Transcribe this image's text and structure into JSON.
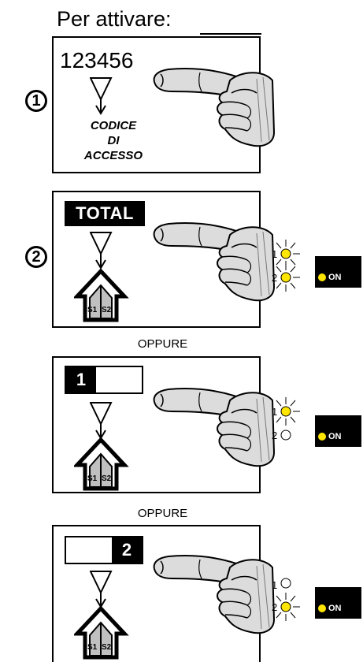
{
  "title": "Per attivare:",
  "step1": {
    "number": "1",
    "code": "123456",
    "code_label_lines": [
      "CODICE",
      "DI",
      "ACCESSO"
    ]
  },
  "step2": {
    "number": "2",
    "key_label": "TOTAL",
    "house_sectors": [
      "S1",
      "S2"
    ],
    "leds": [
      {
        "number": "1",
        "state": "on"
      },
      {
        "number": "2",
        "state": "on"
      }
    ],
    "status_label": "ON"
  },
  "separators": [
    "OPPURE",
    "OPPURE"
  ],
  "option_zone1": {
    "key_label": "1",
    "house_sectors": [
      "S1",
      "S2"
    ],
    "leds": [
      {
        "number": "1",
        "state": "on"
      },
      {
        "number": "2",
        "state": "off"
      }
    ],
    "status_label": "ON"
  },
  "option_zone2": {
    "key_label": "2",
    "house_sectors": [
      "S1",
      "S2"
    ],
    "leds": [
      {
        "number": "1",
        "state": "off"
      },
      {
        "number": "2",
        "state": "on"
      }
    ],
    "status_label": "ON"
  },
  "colors": {
    "led_on": "#ffe600",
    "hand_fill": "#dcdcdc",
    "house_fill": "#c0c0c0",
    "ink": "#000000"
  }
}
